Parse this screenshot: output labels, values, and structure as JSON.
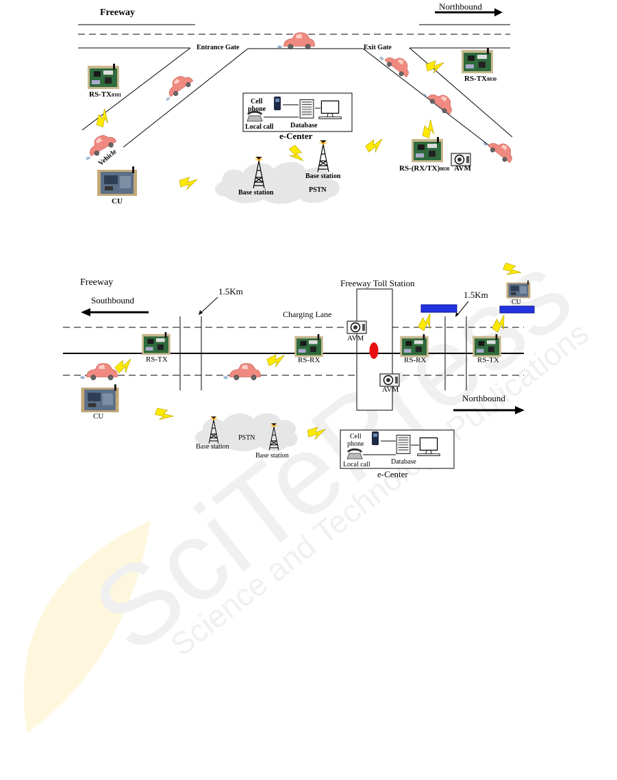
{
  "watermark": {
    "text_main": "SciTePress",
    "text_sub": "Science and Technology Publications"
  },
  "top_diagram": {
    "freeway": "Freeway",
    "northbound": "Northbound",
    "entrance_gate": "Entrance Gate",
    "exit_gate": "Exit Gate",
    "rs_tx_left_main": "RS-TX",
    "rs_tx_left_sub": "0101",
    "rs_tx_right_main": "RS-TX",
    "rs_tx_right_sub": "0030",
    "rs_rxtx_main": "RS-(RX/TX)",
    "rs_rxtx_sub": "0030",
    "avm": "AVM",
    "cell_phone_1": "Cell",
    "cell_phone_2": "phone",
    "local_call": "Local call",
    "database": "Database",
    "e_center": "e-Center",
    "base_station_1": "Base station",
    "base_station_2": "Base station",
    "pstn": "PSTN",
    "vehicle": "Vehicle",
    "cu": "CU"
  },
  "bottom_diagram": {
    "freeway": "Freeway",
    "southbound": "Southbound",
    "northbound": "Northbound",
    "dist_left": "1.5Km",
    "dist_right": "1.5Km",
    "toll_station": "Freeway Toll Station",
    "charging_lane": "Charging Lane",
    "avm_top": "AVM",
    "avm_bottom": "AVM",
    "rs_tx_left": "RS-TX",
    "rs_rx_left": "RS-RX",
    "rs_rx_right": "RS-RX",
    "rs_tx_right": "RS-TX",
    "cu_left": "CU",
    "cu_right": "CU",
    "pstn": "PSTN",
    "base_station_1": "Base station",
    "base_station_2": "Base station",
    "cell_phone_1": "Cell",
    "cell_phone_2": "phone",
    "local_call": "Local call",
    "database": "Database",
    "e_center": "e-Center"
  },
  "colors": {
    "car": "#f08a80",
    "bolt": "#ffea00",
    "bolt_stroke": "#b8a800",
    "sign": "#2233dd",
    "toll_dot": "#e81010",
    "cloud": "#e6e6e6"
  }
}
